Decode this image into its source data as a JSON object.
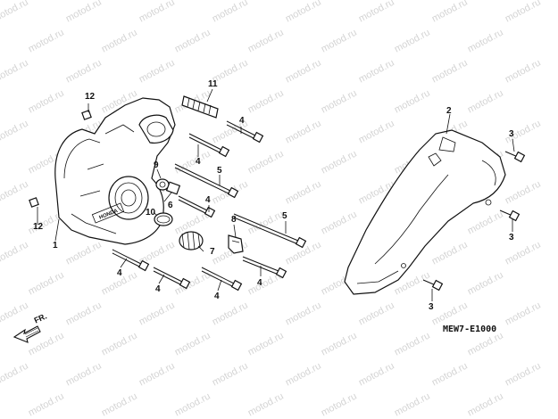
{
  "watermark": {
    "text": "motod.ru"
  },
  "callouts": {
    "c1": "1",
    "c2": "2",
    "c3a": "3",
    "c3b": "3",
    "c3c": "3",
    "c4a": "4",
    "c4b": "4",
    "c4c": "4",
    "c4d": "4",
    "c4e": "4",
    "c4f": "4",
    "c4g": "4",
    "c5a": "5",
    "c5b": "5",
    "c6": "6",
    "c7": "7",
    "c8": "8",
    "c9": "9",
    "c10": "10",
    "c11": "11",
    "c12a": "12",
    "c12b": "12"
  },
  "cover_badge": "HONDA",
  "front_indicator": {
    "label": "FR."
  },
  "figure_code": "MEW7-E1000"
}
